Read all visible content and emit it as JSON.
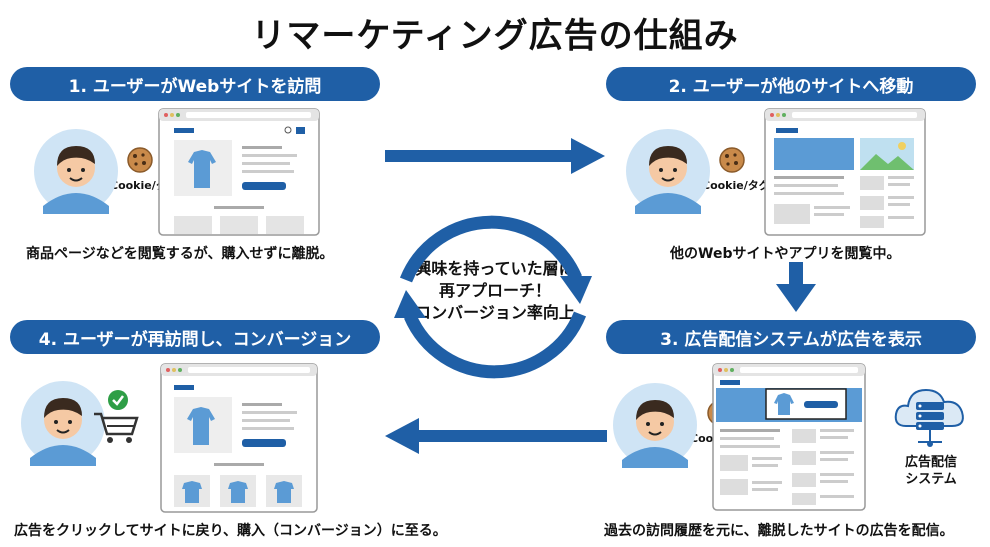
{
  "title": "リマーケティング広告の仕組み",
  "steps": [
    {
      "label": "1. ユーザーがWebサイトを訪問",
      "caption": "商品ページなどを閲覧するが、購入せずに離脱。"
    },
    {
      "label": "2. ユーザーが他のサイトへ移動",
      "caption": "他のWebサイトやアプリを閲覧中。"
    },
    {
      "label": "3. 広告配信システムが広告を表示",
      "caption": "過去の訪問履歴を元に、離脱したサイトの広告を配信。"
    },
    {
      "label": "4. ユーザーが再訪問し、コンバージョン",
      "caption": "広告をクリックしてサイトに戻り、購入（コンバージョン）に至る。"
    }
  ],
  "cookie_label": "Cookie/タグ",
  "ad_system_label": [
    "広告配信",
    "システム"
  ],
  "center_text": [
    "興味を持っていた層に",
    "再アプローチ！",
    "コンバージョン率向上"
  ],
  "colors": {
    "primary": "#1f5fa6",
    "skin": "#f5c9a4",
    "hair": "#3a2a1f",
    "shirt": "#5b9bd5",
    "avatar_bg": "#cfe4f5"
  }
}
